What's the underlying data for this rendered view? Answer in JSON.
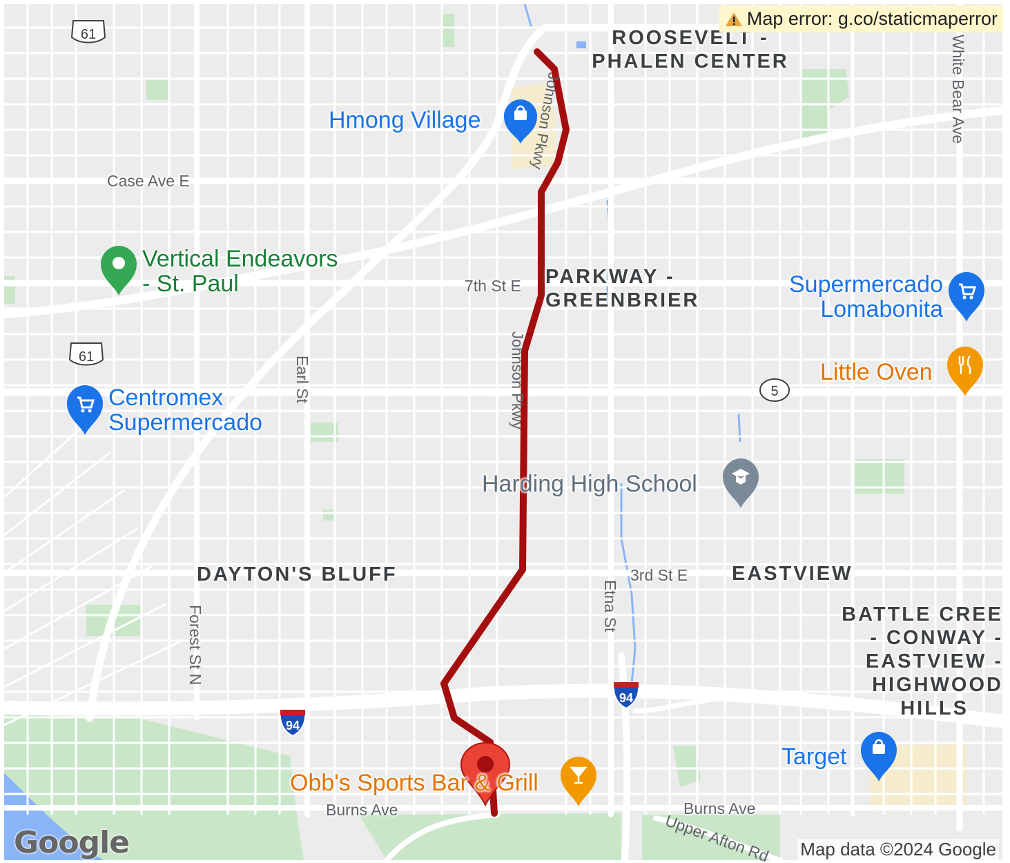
{
  "error_banner": {
    "text": "Map error: g.co/staticmaperror",
    "icon": "warning-icon"
  },
  "attribution": "Map data ©2024 Google",
  "logo": "Google",
  "colors": {
    "route": "#a50e0e",
    "park": "#c9e6c9",
    "road": "#ffffff",
    "land": "#ececec",
    "water": "#8ab4f8",
    "pin": "#ea4335"
  },
  "places": {
    "hmong_village": {
      "label": "Hmong Village",
      "icon": "shopping-bag-icon"
    },
    "vertical_endeavors": {
      "label_line1": "Vertical Endeavors",
      "label_line2": "- St. Paul",
      "icon": "place-pin-icon"
    },
    "supermercado_lomabonita": {
      "label_line1": "Supermercado",
      "label_line2": "Lomabonita",
      "icon": "shopping-cart-icon"
    },
    "little_oven": {
      "label": "Little Oven",
      "icon": "restaurant-icon"
    },
    "centromex": {
      "label_line1": "Centromex",
      "label_line2": "Supermercado",
      "icon": "shopping-cart-icon"
    },
    "harding": {
      "label": "Harding High School",
      "icon": "school-icon"
    },
    "obbs": {
      "label": "Obb's Sports Bar & Grill",
      "icon": "bar-icon"
    },
    "target": {
      "label": "Target",
      "icon": "shopping-bag-icon"
    }
  },
  "neighborhoods": {
    "roosevelt_line1": "ROOSEVELT -",
    "roosevelt_line2": "PHALEN CENTER",
    "parkway_line1": "PARKWAY -",
    "parkway_line2": "GREENBRIER",
    "daytons_bluff": "DAYTON'S BLUFF",
    "eastview": "EASTVIEW",
    "battle_line1": "BATTLE CREE",
    "battle_line2": "- CONWAY -",
    "battle_line3": "EASTVIEW -",
    "battle_line4": "HIGHWOOD",
    "battle_line5": "HILLS"
  },
  "streets": {
    "case_ave": "Case Ave E",
    "seventh_st": "7th St E",
    "third_st": "3rd St E",
    "earl_st": "Earl St",
    "forest_st": "Forest St N",
    "etna_st": "Etna St",
    "burns_ave_west": "Burns Ave",
    "burns_ave_east": "Burns Ave",
    "upper_afton": "Upper Afton Rd",
    "white_bear": "White Bear Ave",
    "johnson_pkwy_north": "Johnson Pkwy",
    "johnson_pkwy_mid": "Johnson Pkwy"
  },
  "highways": {
    "us61_top": "61",
    "us61_mid": "61",
    "mn5": "5",
    "i94_west": "94",
    "i94_east": "94"
  }
}
